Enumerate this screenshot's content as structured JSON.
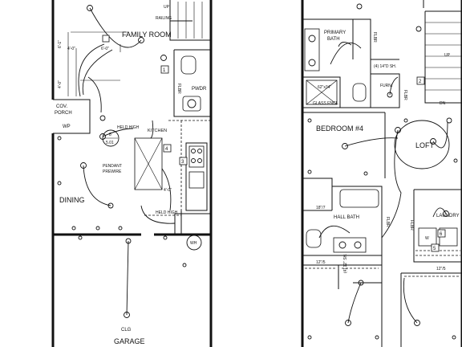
{
  "left_plan": {
    "rooms": {
      "family_room": "FAMILY ROOM",
      "dining": "DINING",
      "garage": "GARAGE",
      "kitchen": "KITCHEN",
      "pwdr": "PWDR",
      "cov_porch_line1": "COV.",
      "cov_porch_line2": "PORCH"
    },
    "labels": {
      "railing": "RAILING",
      "up": "UP",
      "held_high_top": "HELD HIGH",
      "held_high_bottom": "HELD HIGH",
      "pendant_line1": "PENDANT",
      "pendant_line2": "PREWIRE",
      "wp": "WP",
      "clg": "CLG",
      "wh": "WH",
      "flbr": "FLBR",
      "ref_number": "8",
      "ref_sheet": "5.01"
    },
    "dimensions": {
      "dim_6_1": "6'-1\"",
      "dim_4_0_a": "4'-0\"",
      "dim_4_0_b": "4'-0\"",
      "dim_6_0": "6'-0\"",
      "dim_4_0_c": "4'-0\""
    },
    "tags": {
      "t1": "1",
      "t3": "3",
      "t4": "4"
    }
  },
  "right_plan": {
    "rooms": {
      "primary_bath_line1": "PRIMARY",
      "primary_bath_line2": "BATH",
      "bedroom4": "BEDROOM #4",
      "loft": "LOFT",
      "hall_bath": "HALL BATH",
      "laundry": "LAUNDRY",
      "furn": "FURN."
    },
    "labels": {
      "shower": "(4) 14\"D SH.",
      "glass_encl_size": "62\"x34\"",
      "glass_encl": "GLASS ENCL.",
      "up": "UP",
      "dn": "DN",
      "flbr_a": "FLBR",
      "flbr_b": "FLBR",
      "flbr_c": "FLBR",
      "flbr_d": "FLBR",
      "tub": "18\"/7",
      "shelf_a": "12\"/5",
      "shelf_b": "12\"/5",
      "shelf_c": "(4) 12\" SH.",
      "w": "W"
    },
    "tags": {
      "t2": "2",
      "t5": "5",
      "t6": "6"
    }
  }
}
